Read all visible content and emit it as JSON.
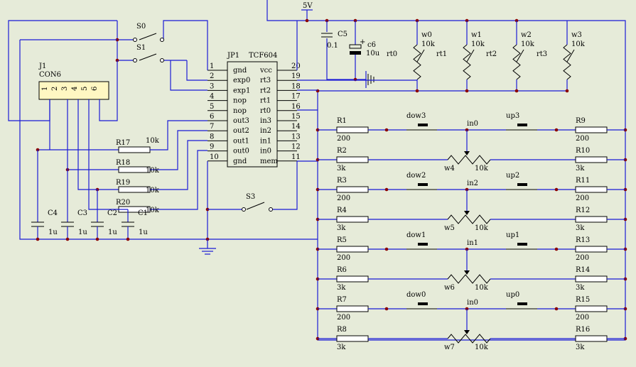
{
  "colors": {
    "background": "#e6ebd9",
    "wire": "#1b1bd6",
    "junction": "#8b0000",
    "connector": "#fff7c2"
  },
  "ic": {
    "ref": "JP1",
    "part": "TCF604",
    "left_pins": [
      {
        "num": "1",
        "name": "gnd"
      },
      {
        "num": "2",
        "name": "exp0"
      },
      {
        "num": "3",
        "name": "exp1"
      },
      {
        "num": "4",
        "name": "nop"
      },
      {
        "num": "5",
        "name": "nop"
      },
      {
        "num": "6",
        "name": "out3"
      },
      {
        "num": "7",
        "name": "out2"
      },
      {
        "num": "8",
        "name": "out1"
      },
      {
        "num": "9",
        "name": "out0"
      },
      {
        "num": "10",
        "name": "gnd"
      }
    ],
    "right_pins": [
      {
        "num": "20",
        "name": "vcc"
      },
      {
        "num": "19",
        "name": "rt3"
      },
      {
        "num": "18",
        "name": "rt2"
      },
      {
        "num": "17",
        "name": "rt1"
      },
      {
        "num": "16",
        "name": "rt0"
      },
      {
        "num": "15",
        "name": "in3"
      },
      {
        "num": "14",
        "name": "in2"
      },
      {
        "num": "13",
        "name": "in1"
      },
      {
        "num": "12",
        "name": "in0"
      },
      {
        "num": "11",
        "name": "mem"
      }
    ]
  },
  "power": {
    "label": "5V"
  },
  "connector": {
    "ref": "J1",
    "part": "CON6",
    "pins": [
      "1",
      "2",
      "3",
      "4",
      "5",
      "6"
    ]
  },
  "switches": [
    {
      "ref": "S0"
    },
    {
      "ref": "S1"
    },
    {
      "ref": "S3"
    }
  ],
  "left_resistors": [
    {
      "ref": "R17",
      "value": "10k"
    },
    {
      "ref": "R18",
      "value": "10k"
    },
    {
      "ref": "R19",
      "value": "10k"
    },
    {
      "ref": "R20",
      "value": "10k"
    }
  ],
  "left_caps": [
    {
      "ref": "C4",
      "value": "1u"
    },
    {
      "ref": "C3",
      "value": "1u"
    },
    {
      "ref": "C2",
      "value": "1u"
    },
    {
      "ref": "C1",
      "value": "1u"
    }
  ],
  "supply_caps": [
    {
      "ref": "C5",
      "value": "0.1"
    },
    {
      "ref": "c6",
      "value": "10u"
    }
  ],
  "pots": [
    {
      "ref": "w0",
      "value": "10k",
      "net": "rt0"
    },
    {
      "ref": "w1",
      "value": "10k",
      "net": "rt1"
    },
    {
      "ref": "w2",
      "value": "10k",
      "net": "rt2"
    },
    {
      "ref": "w3",
      "value": "10k",
      "net": "rt3"
    }
  ],
  "key_rows": [
    {
      "r_left": "R1",
      "r_left_val": "200",
      "btn_left": "dow3",
      "net": "in0",
      "btn_right": "up3",
      "r_right": "R9",
      "r_right_val": "200",
      "r_low": "R2",
      "r_low_val": "3k",
      "pot": "w4",
      "pot_val": "10k",
      "r_low_right": "R10",
      "r_low_right_val": "3k"
    },
    {
      "r_left": "R3",
      "r_left_val": "200",
      "btn_left": "dow2",
      "net": "in2",
      "btn_right": "up2",
      "r_right": "R11",
      "r_right_val": "200",
      "r_low": "R4",
      "r_low_val": "3k",
      "pot": "w5",
      "pot_val": "10k",
      "r_low_right": "R12",
      "r_low_right_val": "3k"
    },
    {
      "r_left": "R5",
      "r_left_val": "200",
      "btn_left": "dow1",
      "net": "in1",
      "btn_right": "up1",
      "r_right": "R13",
      "r_right_val": "200",
      "r_low": "R6",
      "r_low_val": "3k",
      "pot": "w6",
      "pot_val": "10k",
      "r_low_right": "R14",
      "r_low_right_val": "3k"
    },
    {
      "r_left": "R7",
      "r_left_val": "200",
      "btn_left": "dow0",
      "net": "in0",
      "btn_right": "up0",
      "r_right": "R15",
      "r_right_val": "200",
      "r_low": "R8",
      "r_low_val": "3k",
      "pot": "w7",
      "pot_val": "10k",
      "r_low_right": "R16",
      "r_low_right_val": "3k"
    }
  ]
}
